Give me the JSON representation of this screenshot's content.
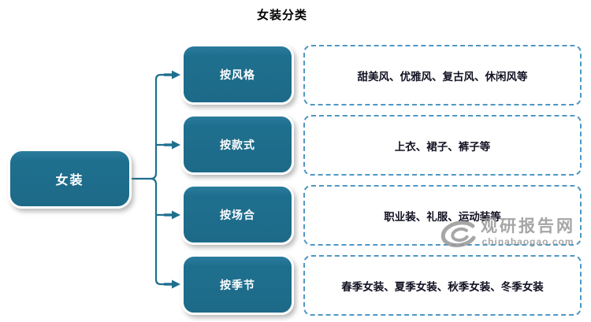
{
  "title": "女装分类",
  "root": {
    "label": "女装"
  },
  "branches": [
    {
      "label": "按风格",
      "detail": "甜美风、优雅风、复古风、休闲风等"
    },
    {
      "label": "按款式",
      "detail": "上衣、裙子、裤子等"
    },
    {
      "label": "按场合",
      "detail": "职业装、礼服、运动装等"
    },
    {
      "label": "按季节",
      "detail": "春季女装、夏季女装、秋季女装、冬季女装"
    }
  ],
  "watermark": {
    "logo_icon": "swirl-logo",
    "site_name": "观研报告网",
    "site_url": "chinabaogao.com"
  },
  "colors": {
    "node_fill": "#1e6f8e",
    "connector": "#1e6f8e",
    "dashed_border": "#4e97c4",
    "detail_text": "#111122",
    "watermark_gray": "#9a9a9a",
    "title_text": "#000000"
  }
}
